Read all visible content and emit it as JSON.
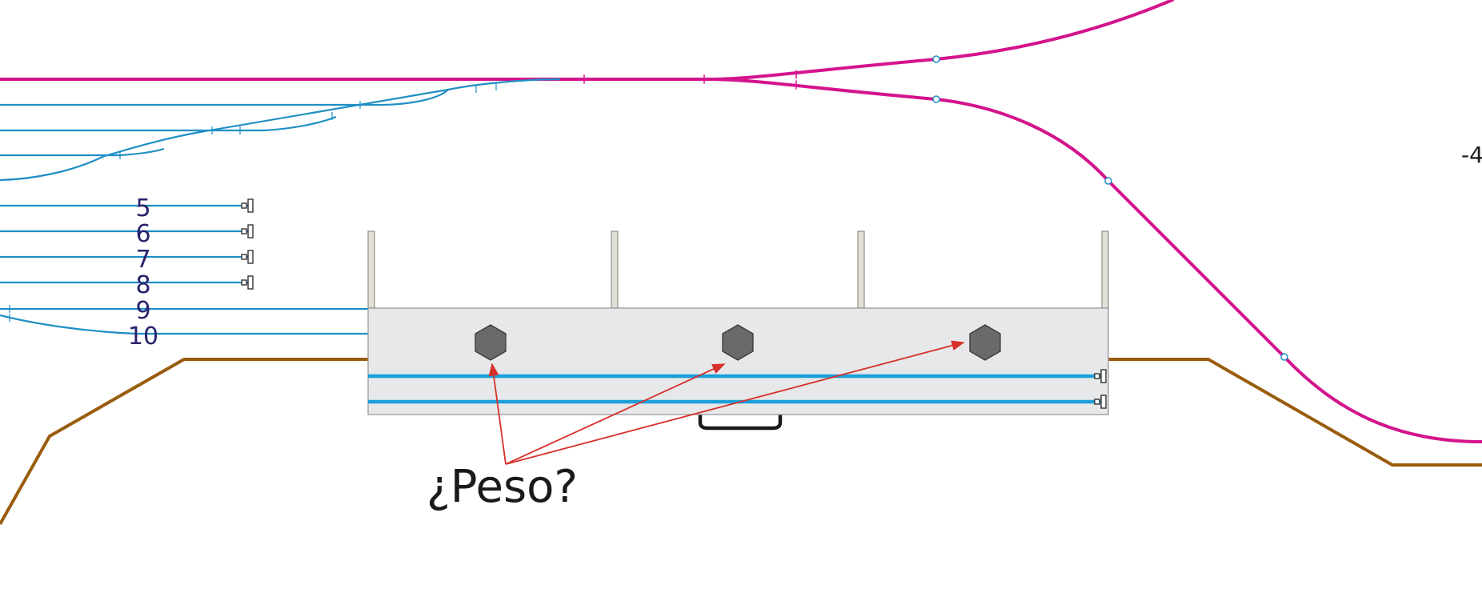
{
  "track_labels": [
    "5",
    "6",
    "7",
    "8",
    "9",
    "10"
  ],
  "question_label": "¿Peso?",
  "edge_label": "-4",
  "colors": {
    "main_line": "#d4148c",
    "siding": "#1f8fc4",
    "module_track": "#1a9fd9",
    "baseboard": "#9a5c0c",
    "module_fill": "#e6e8e9",
    "module_edge": "#9a9a9a",
    "weight": "#6a6a6a",
    "arrow": "#d7302a",
    "label_text": "#26236b"
  },
  "icons": [
    "buffer-stop-icon",
    "hexagon-weight-icon",
    "handle-icon",
    "arrowhead-icon"
  ]
}
